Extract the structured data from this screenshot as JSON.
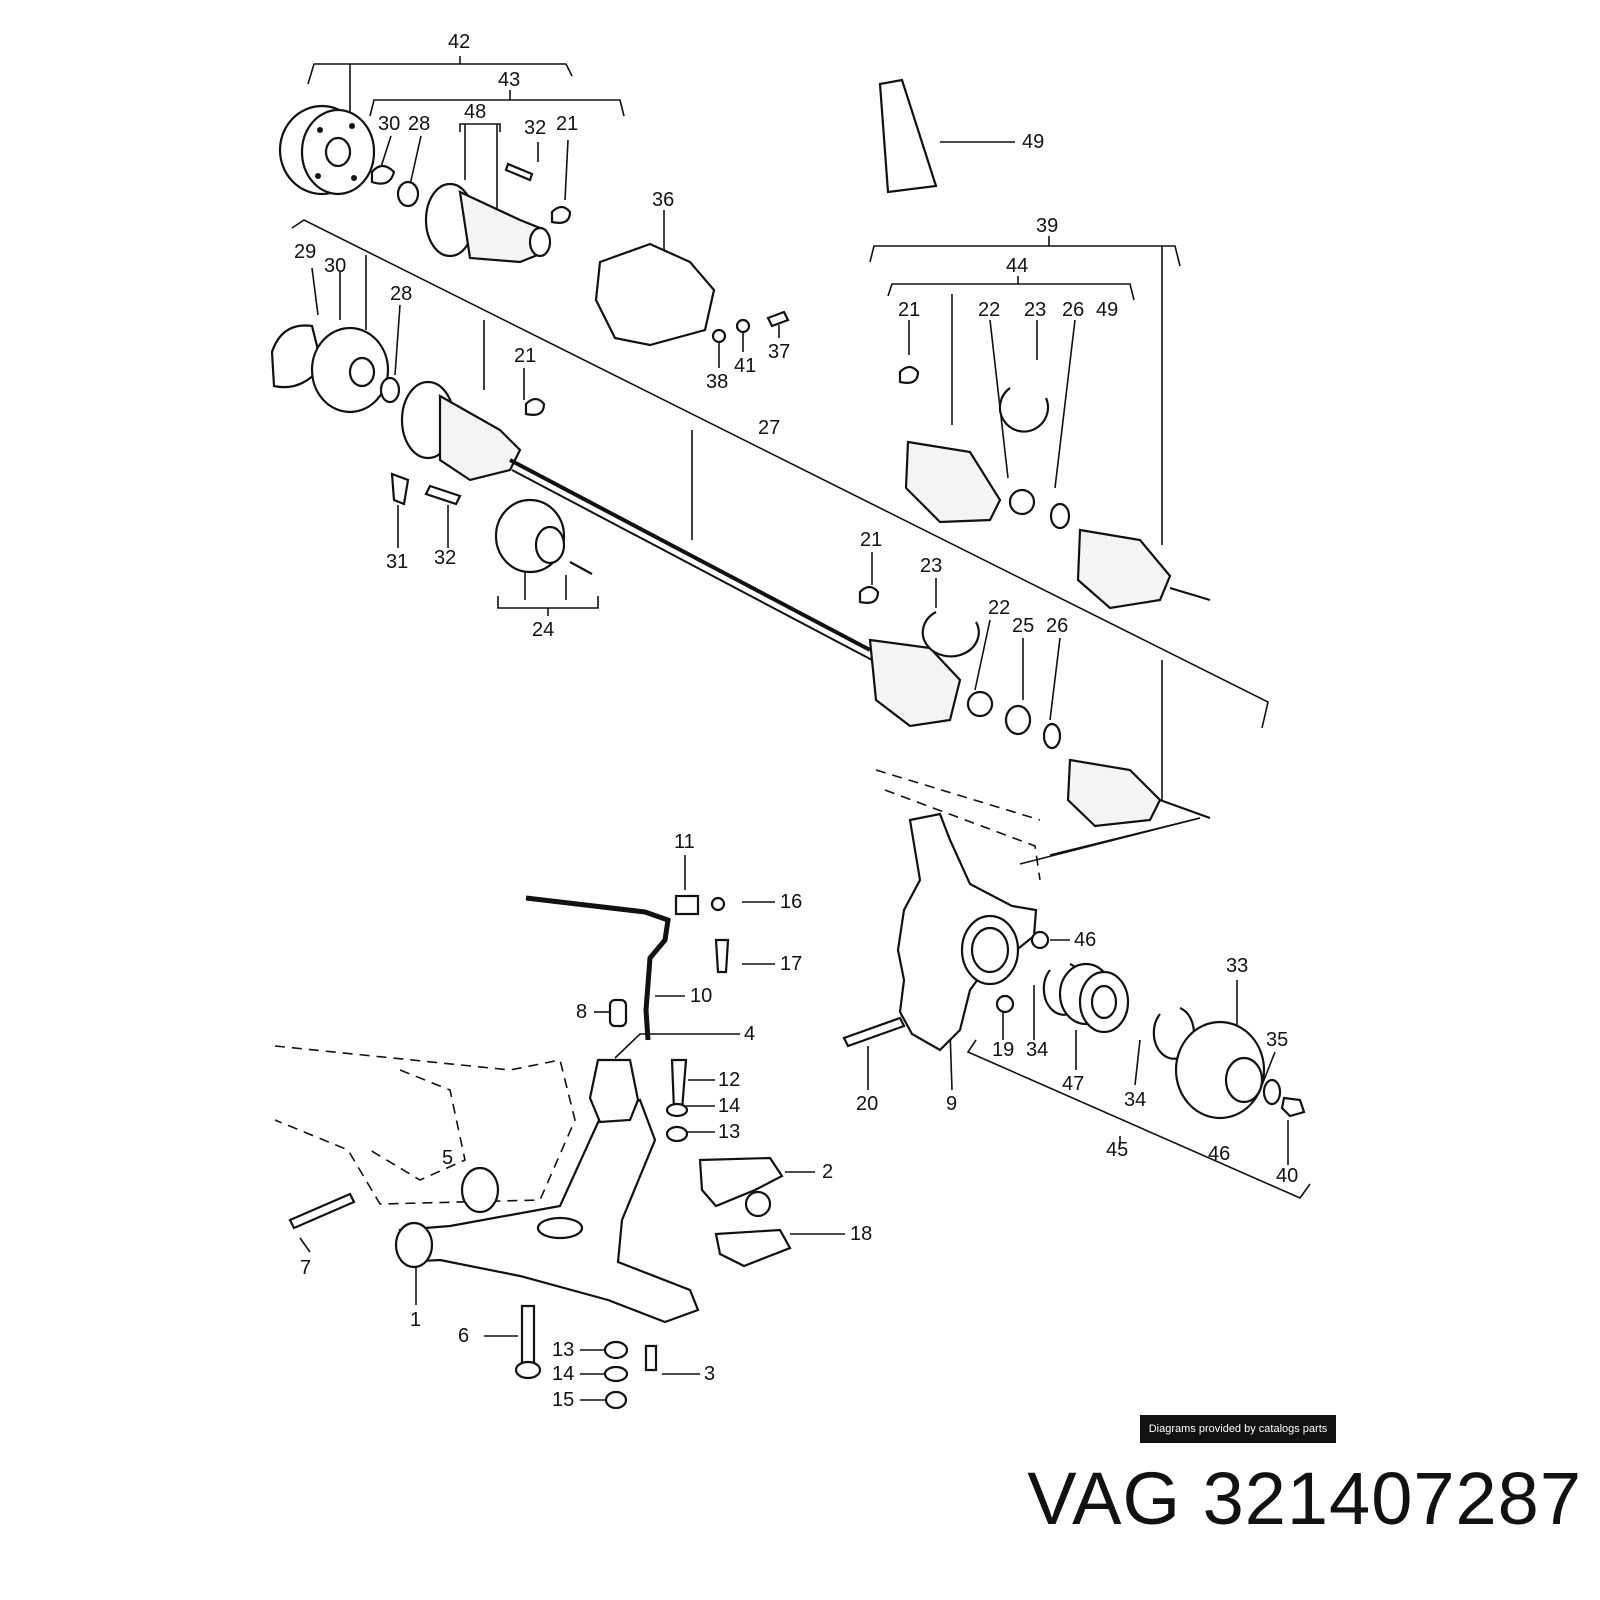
{
  "diagram": {
    "callouts": [
      {
        "id": "c42",
        "text": "42"
      },
      {
        "id": "c43",
        "text": "43"
      },
      {
        "id": "c48",
        "text": "48"
      },
      {
        "id": "c30a",
        "text": "30"
      },
      {
        "id": "c28a",
        "text": "28"
      },
      {
        "id": "c32a",
        "text": "32"
      },
      {
        "id": "c21a",
        "text": "21"
      },
      {
        "id": "c36",
        "text": "36"
      },
      {
        "id": "c49a",
        "text": "49"
      },
      {
        "id": "c29",
        "text": "29"
      },
      {
        "id": "c30b",
        "text": "30"
      },
      {
        "id": "c28b",
        "text": "28"
      },
      {
        "id": "c21b",
        "text": "21"
      },
      {
        "id": "c38",
        "text": "38"
      },
      {
        "id": "c41",
        "text": "41"
      },
      {
        "id": "c37",
        "text": "37"
      },
      {
        "id": "c39",
        "text": "39"
      },
      {
        "id": "c44",
        "text": "44"
      },
      {
        "id": "c21c",
        "text": "21"
      },
      {
        "id": "c22a",
        "text": "22"
      },
      {
        "id": "c23a",
        "text": "23"
      },
      {
        "id": "c26a",
        "text": "26"
      },
      {
        "id": "c49b",
        "text": "49"
      },
      {
        "id": "c27",
        "text": "27"
      },
      {
        "id": "c31",
        "text": "31"
      },
      {
        "id": "c32b",
        "text": "32"
      },
      {
        "id": "c24",
        "text": "24"
      },
      {
        "id": "c21d",
        "text": "21"
      },
      {
        "id": "c23b",
        "text": "23"
      },
      {
        "id": "c22b",
        "text": "22"
      },
      {
        "id": "c25",
        "text": "25"
      },
      {
        "id": "c26b",
        "text": "26"
      },
      {
        "id": "c11",
        "text": "11"
      },
      {
        "id": "c16",
        "text": "16"
      },
      {
        "id": "c17",
        "text": "17"
      },
      {
        "id": "c10",
        "text": "10"
      },
      {
        "id": "c8",
        "text": "8"
      },
      {
        "id": "c4",
        "text": "4"
      },
      {
        "id": "c12",
        "text": "12"
      },
      {
        "id": "c14a",
        "text": "14"
      },
      {
        "id": "c13a",
        "text": "13"
      },
      {
        "id": "c5",
        "text": "5"
      },
      {
        "id": "c2",
        "text": "2"
      },
      {
        "id": "c18",
        "text": "18"
      },
      {
        "id": "c7",
        "text": "7"
      },
      {
        "id": "c1",
        "text": "1"
      },
      {
        "id": "c6",
        "text": "6"
      },
      {
        "id": "c13b",
        "text": "13"
      },
      {
        "id": "c14b",
        "text": "14"
      },
      {
        "id": "c3",
        "text": "3"
      },
      {
        "id": "c15",
        "text": "15"
      },
      {
        "id": "c46a",
        "text": "46"
      },
      {
        "id": "c33",
        "text": "33"
      },
      {
        "id": "c35",
        "text": "35"
      },
      {
        "id": "c20",
        "text": "20"
      },
      {
        "id": "c9",
        "text": "9"
      },
      {
        "id": "c19",
        "text": "19"
      },
      {
        "id": "c34a",
        "text": "34"
      },
      {
        "id": "c47",
        "text": "47"
      },
      {
        "id": "c34b",
        "text": "34"
      },
      {
        "id": "c45",
        "text": "45"
      },
      {
        "id": "c46b",
        "text": "46"
      },
      {
        "id": "c40",
        "text": "40"
      }
    ]
  },
  "credit": "Diagrams provided by catalogs parts",
  "part_number": "VAG 321407287"
}
